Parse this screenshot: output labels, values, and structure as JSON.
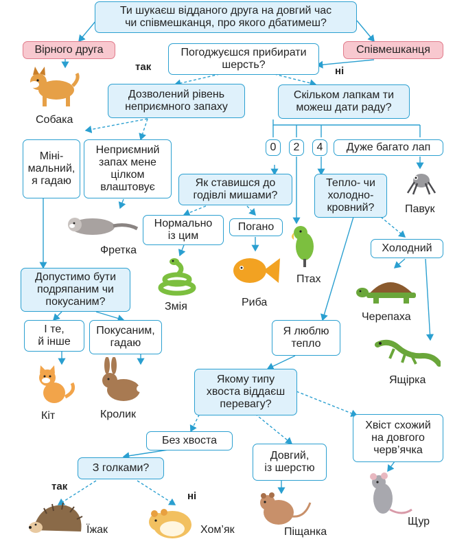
{
  "nodes": {
    "root": "Ти шукаєш відданого друга на довгий час\nчи співмешканця, про якого дбатимеш?",
    "friend": "Вірного друга",
    "roommate": "Співмешканця",
    "shed": "Погоджуєшся прибирати\nшерсть?",
    "smell": "Дозволений рівень\nнеприємного запаху",
    "paws": "Скільком лапкам ти\nможеш дати раду?",
    "minimal": "Міні-\nмальний,\nя гадаю",
    "smell_ok": "Неприємний\nзапах мене\nцілком\nвлаштовує",
    "p0": "0",
    "p2": "2",
    "p4": "4",
    "pmany": "Дуже багато лап",
    "mice": "Як ставишся до\nгодівлі мишами?",
    "blood": "Тепло- чи\nхолодно-\nкровний?",
    "mice_ok": "Нормально\nіз цим",
    "mice_bad": "Погано",
    "cold": "Холодний",
    "scratch": "Допустимо бути\nподряпаним чи\nпокусаним?",
    "both": "І те,\nй інше",
    "bitten": "Покусаним,\nгадаю",
    "warm": "Я люблю\nтепло",
    "tail": "Якому типу\nхвоста віддаєш\nперевагу?",
    "notail": "Без хвоста",
    "longfur": "Довгий,\nіз шерстю",
    "worm": "Хвіст схожий\nна довгого\nчерв’ячка",
    "quills": "З голками?"
  },
  "answers": {
    "yes1": "так",
    "no1": "ні",
    "yes2": "так",
    "no2": "ні"
  },
  "animals": {
    "dog": "Собака",
    "ferret": "Фретка",
    "snake": "Змія",
    "fish": "Риба",
    "bird": "Птах",
    "spider": "Павук",
    "turtle": "Черепаха",
    "lizard": "Ящірка",
    "cat": "Кіт",
    "rabbit": "Кролик",
    "hedgehog": "Їжак",
    "hamster": "Хом’як",
    "gerbil": "Піщанка",
    "rat": "Щур"
  },
  "colors": {
    "line": "#2a9fd0",
    "question_fill": "#dff1fb",
    "pink_fill": "#f8c8cf"
  }
}
